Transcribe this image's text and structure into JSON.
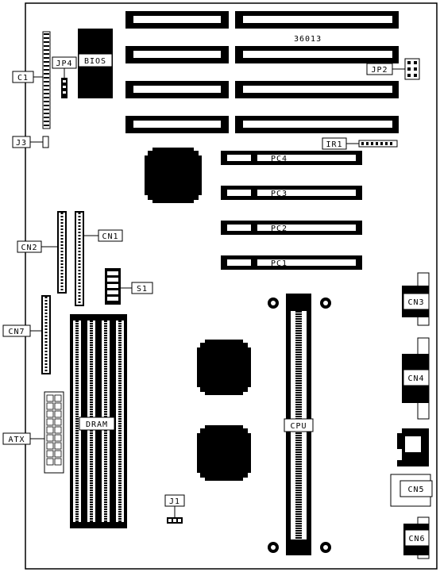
{
  "board_id": "36013",
  "labels": {
    "bios": "BIOS",
    "jp4": "JP4",
    "c1": "C1",
    "j3": "J3",
    "jp2": "JP2",
    "ir1": "IR1",
    "pc4": "PC4",
    "pc3": "PC3",
    "pc2": "PC2",
    "pc1": "PC1",
    "cn2": "CN2",
    "cn1": "CN1",
    "s1": "S1",
    "cn7": "CN7",
    "cn3": "CN3",
    "cn4": "CN4",
    "dram": "DRAM",
    "cpu": "CPU",
    "atx": "ATX",
    "cn5": "CN5",
    "j1": "J1",
    "cn6": "CN6"
  },
  "colors": {
    "ink": "#000000",
    "paper": "#ffffff"
  }
}
